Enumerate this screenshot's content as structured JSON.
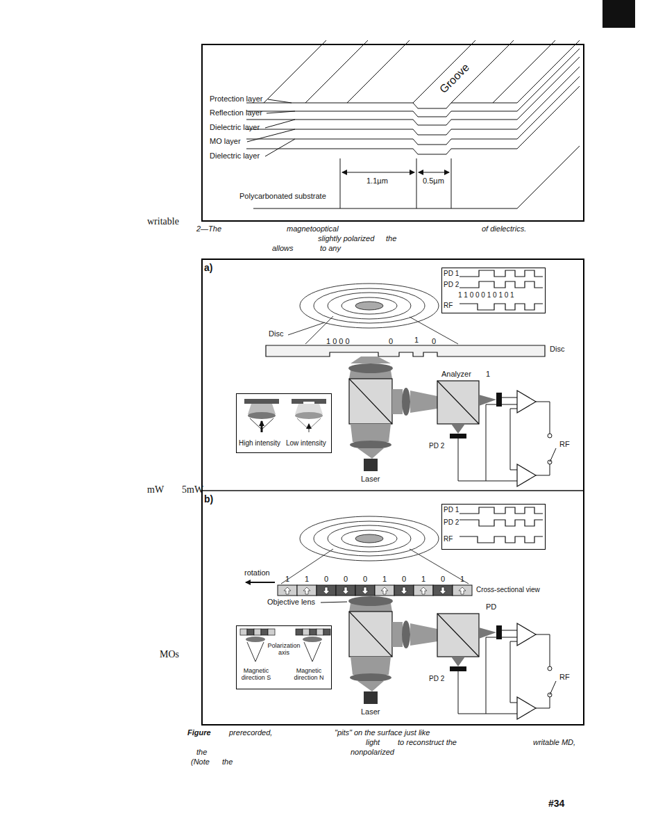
{
  "diagram": {
    "nodes": [
      {
        "text": [
          "Protection layer",
          "Reflection layer",
          "Dielectric layer",
          "MO layer",
          "Dielectric layer",
          "Groove",
          "1.1µm",
          "0.5µm",
          "Polycarbonated substrate"
        ]
      },
      {
        "text": [
          "a)",
          "b)"
        ]
      },
      {
        "text": [
          "PD 1",
          "PD 2",
          "1 1 0 0 0 1 0 1 0 1",
          "RF"
        ],
        "in": 1
      },
      {
        "text": [
          "High intensity",
          "Low intensity"
        ],
        "in": 1
      },
      {
        "text": [
          "PD 1",
          "PD 2",
          "RF"
        ],
        "in": 1
      },
      {
        "text": [
          "Polarization axis",
          "Magnetic direction S",
          "Magnetic direction N"
        ],
        "in": 1
      }
    ],
    "labels": [
      "writable",
      "2—The",
      "magnetooptical",
      "of dielectrics.",
      "slightly polarized",
      "the",
      "allows",
      "to any",
      "Disc",
      "1 0 0 0",
      "0",
      "1",
      "0",
      "Disc",
      "Analyzer",
      "1",
      "PD 2",
      "Laser",
      "RF",
      "mW",
      "5mW",
      "rotation",
      "1",
      "1",
      "0",
      "0",
      "0",
      "1",
      "0",
      "1",
      "0",
      "1",
      "Cross-sectional view",
      "Objective lens",
      "PD",
      "PD 2",
      "Laser",
      "RF",
      "MOs",
      "Figure",
      "prerecorded,",
      "\"pits\" on the surface just like",
      "light",
      "to reconstruct the",
      "writable MD,",
      "the",
      "nonpolarized",
      "(Note",
      "the",
      "#34"
    ]
  }
}
